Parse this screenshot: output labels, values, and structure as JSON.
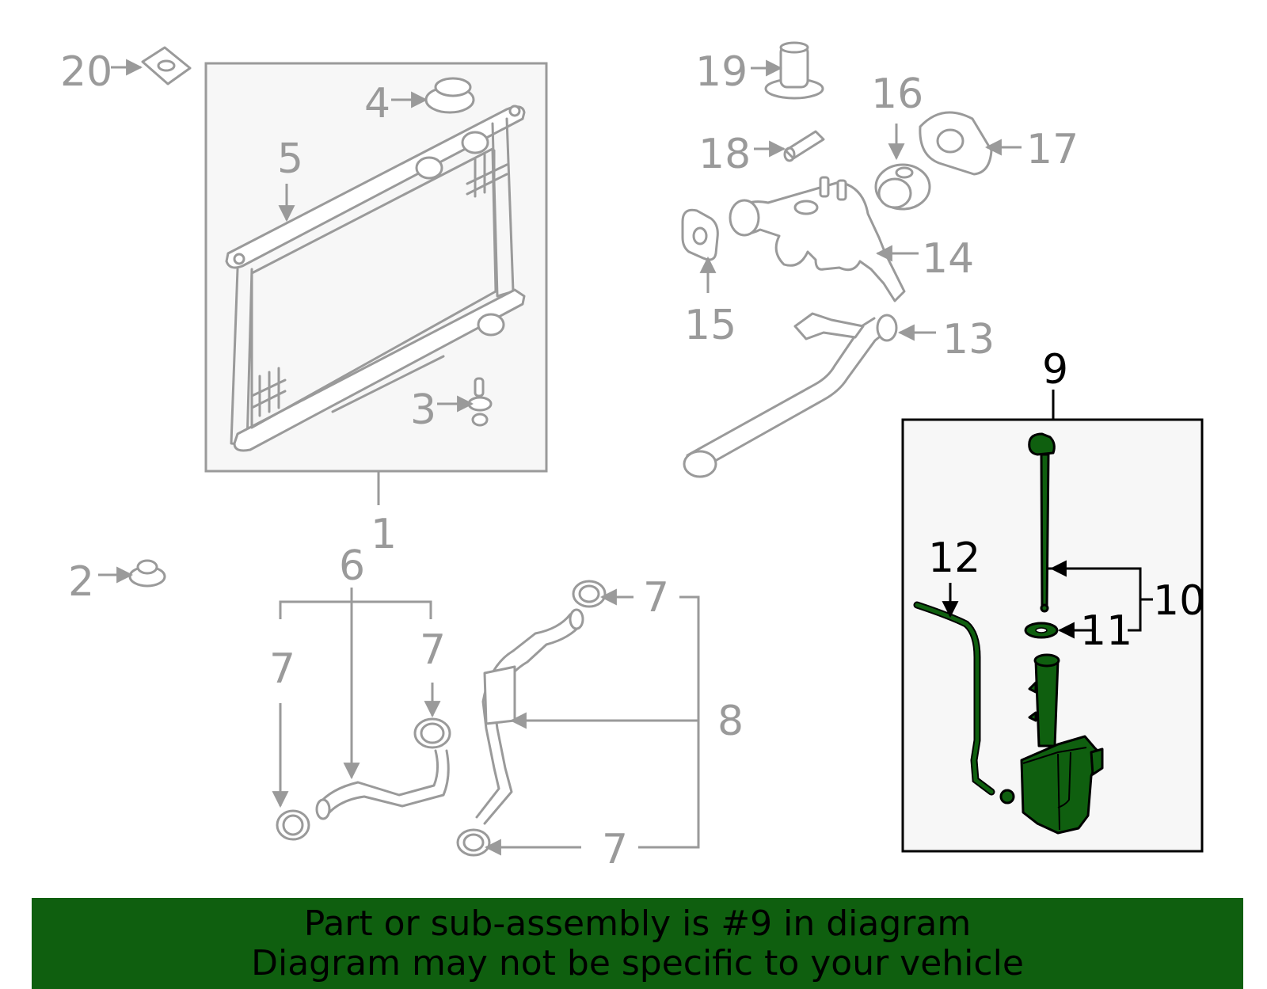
{
  "colors": {
    "line_grey": "#9a9a9a",
    "box_fill": "#f7f7f7",
    "part_green": "#0f5f0f",
    "banner_green": "#0f5f0f",
    "highlight_stroke": "#000000"
  },
  "callouts": {
    "c1": "1",
    "c2": "2",
    "c3": "3",
    "c4": "4",
    "c5": "5",
    "c6": "6",
    "c7a": "7",
    "c7b": "7",
    "c7c": "7",
    "c7d": "7",
    "c8": "8",
    "c9": "9",
    "c10": "10",
    "c11": "11",
    "c12": "12",
    "c13": "13",
    "c14": "14",
    "c15": "15",
    "c16": "16",
    "c17": "17",
    "c18": "18",
    "c19": "19",
    "c20": "20"
  },
  "highlighted_part": "9",
  "banner": {
    "line1": "Part or sub-assembly is #9 in diagram",
    "line2": "Diagram may not be specific to your vehicle"
  }
}
